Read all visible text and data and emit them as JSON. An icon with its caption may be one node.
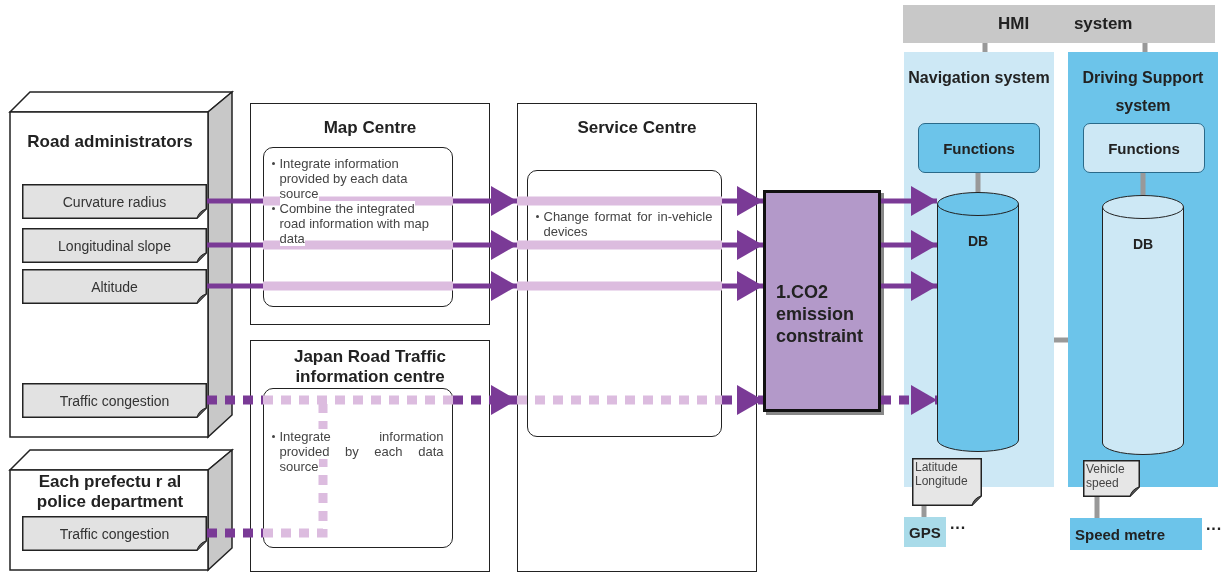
{
  "diagram": {
    "nodes": [
      {
        "text": [
          "Road administrators"
        ]
      },
      {
        "text": [
          "Curvature radius"
        ],
        "in": 0
      },
      {
        "text": [
          "Longitudinal slope"
        ],
        "in": 0
      },
      {
        "text": [
          "Altitude"
        ],
        "in": 0
      },
      {
        "text": [
          "Traffic congestion"
        ],
        "in": 0
      },
      {
        "text": [
          "Each prefectu r al police department"
        ]
      },
      {
        "text": [
          "Traffic congestion"
        ],
        "in": 5
      },
      {
        "text": [
          "Map Centre"
        ]
      },
      {
        "text": [
          "Integrate information provided by each data source",
          "Combine the integrated road information with map data"
        ],
        "in": 7
      },
      {
        "text": [
          "Japan Road Traffic information centre"
        ]
      },
      {
        "text": [
          "Integrate information provided by each data source"
        ],
        "in": 9
      },
      {
        "text": [
          "Service Centre"
        ]
      },
      {
        "text": [
          "Change format for in-vehicle devices"
        ],
        "in": 11
      },
      {
        "text": [
          "1.CO2 emission constraint"
        ]
      },
      {
        "text": [
          "HMI system"
        ]
      },
      {
        "text": [
          "Navigation system"
        ]
      },
      {
        "text": [
          "Functions"
        ],
        "in": 15
      },
      {
        "text": [
          "DB"
        ],
        "in": 15
      },
      {
        "text": [
          "Driving Support system"
        ]
      },
      {
        "text": [
          "Functions"
        ],
        "in": 18
      },
      {
        "text": [
          "DB"
        ],
        "in": 18
      },
      {
        "text": [
          "Latitude Longitude"
        ]
      },
      {
        "text": [
          "GPS"
        ],
        "beside": [
          "···"
        ]
      },
      {
        "text": [
          "Vehicle speed"
        ]
      },
      {
        "text": [
          "Speed metre"
        ],
        "beside": [
          "···"
        ]
      }
    ],
    "edges": [
      {
        "from": 1,
        "to": 8,
        "arrow": "none"
      },
      {
        "from": 2,
        "to": 8,
        "arrow": "none"
      },
      {
        "from": 3,
        "to": 8,
        "arrow": "none"
      },
      {
        "from": 8,
        "to": 11,
        "arrow": "to"
      },
      {
        "from": 8,
        "to": 11,
        "arrow": "to"
      },
      {
        "from": 8,
        "to": 11,
        "arrow": "to"
      },
      {
        "from": 12,
        "to": 13,
        "arrow": "to"
      },
      {
        "from": 12,
        "to": 13,
        "arrow": "to"
      },
      {
        "from": 12,
        "to": 13,
        "arrow": "to"
      },
      {
        "from": 13,
        "to": 17,
        "arrow": "to"
      },
      {
        "from": 13,
        "to": 17,
        "arrow": "to"
      },
      {
        "from": 13,
        "to": 17,
        "arrow": "to"
      },
      {
        "from": 4,
        "to": 10,
        "arrow": "none",
        "style": "dashed"
      },
      {
        "from": 6,
        "to": 10,
        "arrow": "none",
        "style": "dashed"
      },
      {
        "from": 10,
        "to": 11,
        "arrow": "to",
        "style": "dashed"
      },
      {
        "from": 12,
        "to": 13,
        "arrow": "to",
        "style": "dashed"
      },
      {
        "from": 13,
        "to": 17,
        "arrow": "to",
        "style": "dashed"
      },
      {
        "from": 14,
        "to": 15,
        "arrow": "none",
        "color": "#999999"
      },
      {
        "from": 14,
        "to": 18,
        "arrow": "none",
        "color": "#999999"
      },
      {
        "from": 16,
        "to": 17,
        "arrow": "none",
        "color": "#999999"
      },
      {
        "from": 19,
        "to": 20,
        "arrow": "none",
        "color": "#999999"
      },
      {
        "from": 15,
        "to": 18,
        "arrow": "none",
        "color": "#999999"
      },
      {
        "from": 21,
        "to": 22,
        "arrow": "none",
        "color": "#999999"
      },
      {
        "from": 23,
        "to": 24,
        "arrow": "none",
        "color": "#999999"
      }
    ]
  }
}
